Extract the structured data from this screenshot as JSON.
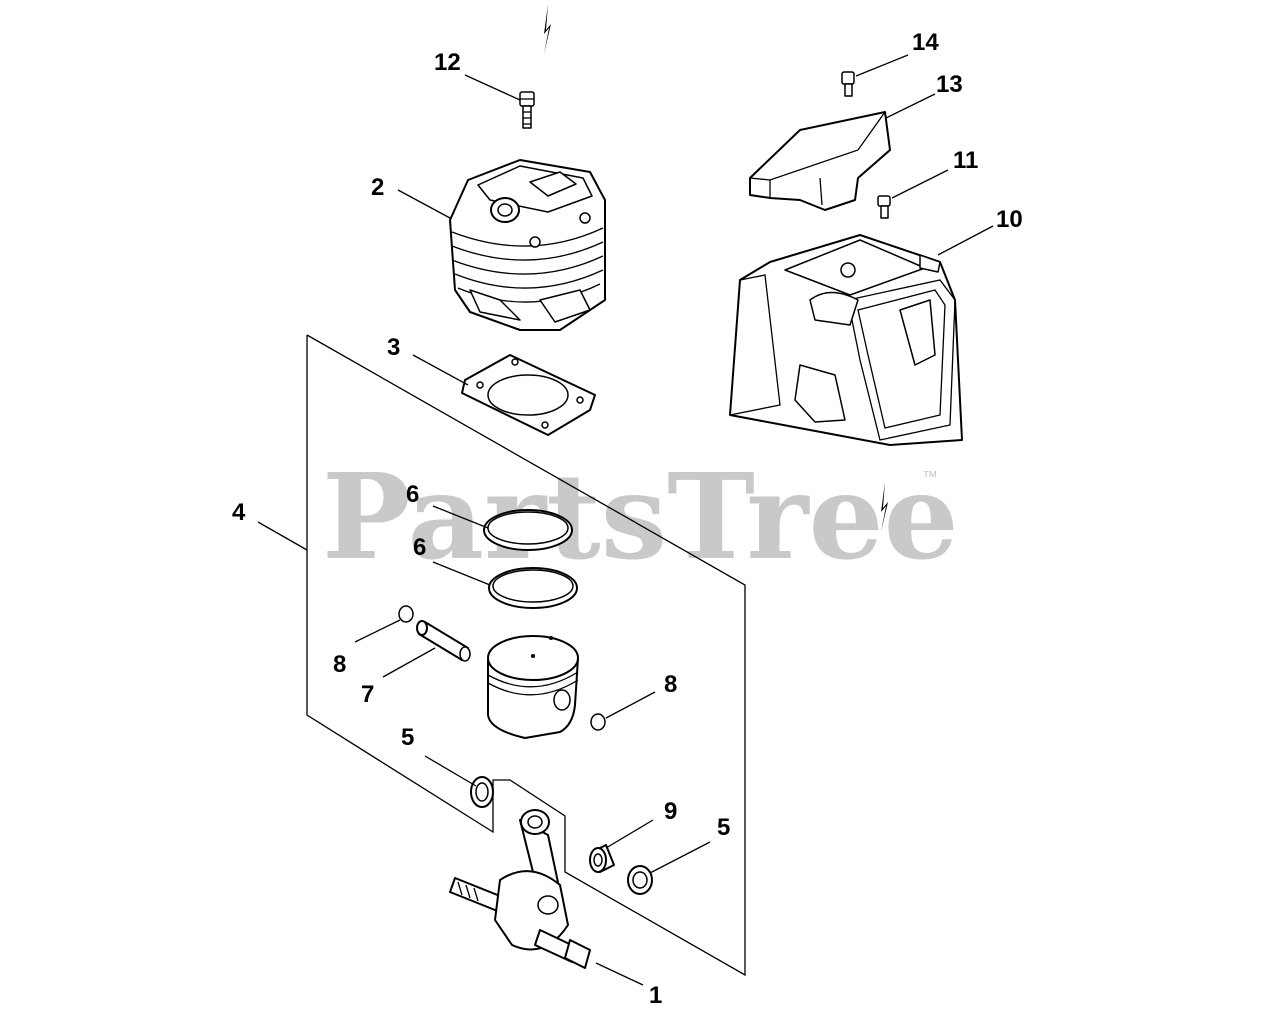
{
  "watermark": {
    "text": "PartsTree",
    "trademark": "™"
  },
  "colors": {
    "line": "#000000",
    "background": "#ffffff",
    "watermark": "#c9c9c9"
  },
  "callouts": [
    {
      "id": "1",
      "label": "1",
      "part": "crankshaft"
    },
    {
      "id": "2",
      "label": "2",
      "part": "cylinder"
    },
    {
      "id": "3",
      "label": "3",
      "part": "cylinder-gasket"
    },
    {
      "id": "4",
      "label": "4",
      "part": "piston-kit"
    },
    {
      "id": "5a",
      "label": "5",
      "part": "oil-seal"
    },
    {
      "id": "5b",
      "label": "5",
      "part": "oil-seal"
    },
    {
      "id": "6a",
      "label": "6",
      "part": "piston-ring"
    },
    {
      "id": "6b",
      "label": "6",
      "part": "piston-ring"
    },
    {
      "id": "7",
      "label": "7",
      "part": "piston-pin"
    },
    {
      "id": "8a",
      "label": "8",
      "part": "circlip"
    },
    {
      "id": "8b",
      "label": "8",
      "part": "circlip"
    },
    {
      "id": "9",
      "label": "9",
      "part": "needle-bearing"
    },
    {
      "id": "10",
      "label": "10",
      "part": "cylinder-cover"
    },
    {
      "id": "11",
      "label": "11",
      "part": "bolt"
    },
    {
      "id": "12",
      "label": "12",
      "part": "bolt"
    },
    {
      "id": "13",
      "label": "13",
      "part": "top-cover"
    },
    {
      "id": "14",
      "label": "14",
      "part": "bolt"
    }
  ]
}
